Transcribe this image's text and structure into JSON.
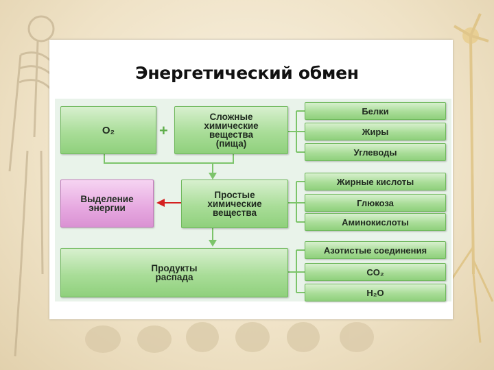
{
  "slide": {
    "title": "Энергетический обмен"
  },
  "diagram": {
    "oxygen": "O₂",
    "plus": "+",
    "complex_lines": [
      "Сложные",
      "химические",
      "вещества",
      "(пища)"
    ],
    "simple_lines": [
      "Простые",
      "химические",
      "вещества"
    ],
    "energy_lines": [
      "Выделение",
      "энергии"
    ],
    "products_lines": [
      "Продукты",
      "распада"
    ],
    "complex_items": [
      "Белки",
      "Жиры",
      "Углеводы"
    ],
    "simple_items": [
      "Жирные кислоты",
      "Глюкоза",
      "Аминокислоты"
    ],
    "product_items": [
      "Азотистые соединения",
      "CO₂",
      "H₂O"
    ],
    "colors": {
      "green": "#a9dd98",
      "pink": "#e6a8e0",
      "arrow_red": "#d42020",
      "connector": "#7cc46a"
    }
  }
}
